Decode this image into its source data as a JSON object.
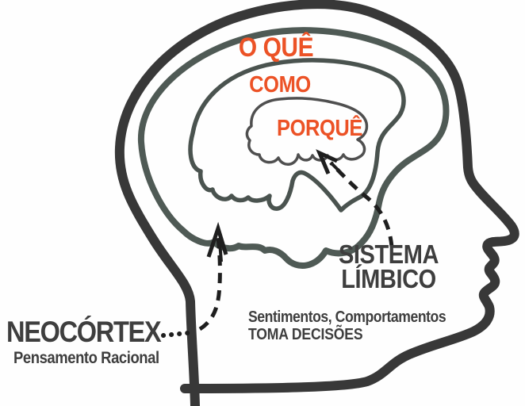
{
  "labels": {
    "what": "O QUÊ",
    "how": "COMO",
    "why": "PORQUÊ",
    "neocortex_title": "NEOCÓRTEX",
    "neocortex_subtitle": "Pensamento Racional",
    "limbic_title_line1": "SISTEMA",
    "limbic_title_line2": "LÍMBICO",
    "limbic_subtitle_line1": "Sentimentos, Comportamentos",
    "limbic_subtitle_line2": "TOMA DECISÕES"
  },
  "colors": {
    "background": "#FEFEFE",
    "accent_orange": "#EC5226",
    "head_outline_dark": "#383838",
    "skull_line_gray": "#4F5A55",
    "brain_line_gray": "#4A534F",
    "limbic_line_gray": "#4F4F4F",
    "label_text_dark": "#3E3E3E",
    "arrow_black": "#1E1E1E"
  },
  "shapes": {
    "head": "head-profile-outline-icon",
    "skull": "inner-skull-outline-icon",
    "brain": "brain-outline-icon",
    "limbic": "limbic-brain-outline-icon",
    "arrow_left": "neocortex-dashed-arrow-icon",
    "arrow_right": "limbic-dashed-arrow-icon"
  }
}
